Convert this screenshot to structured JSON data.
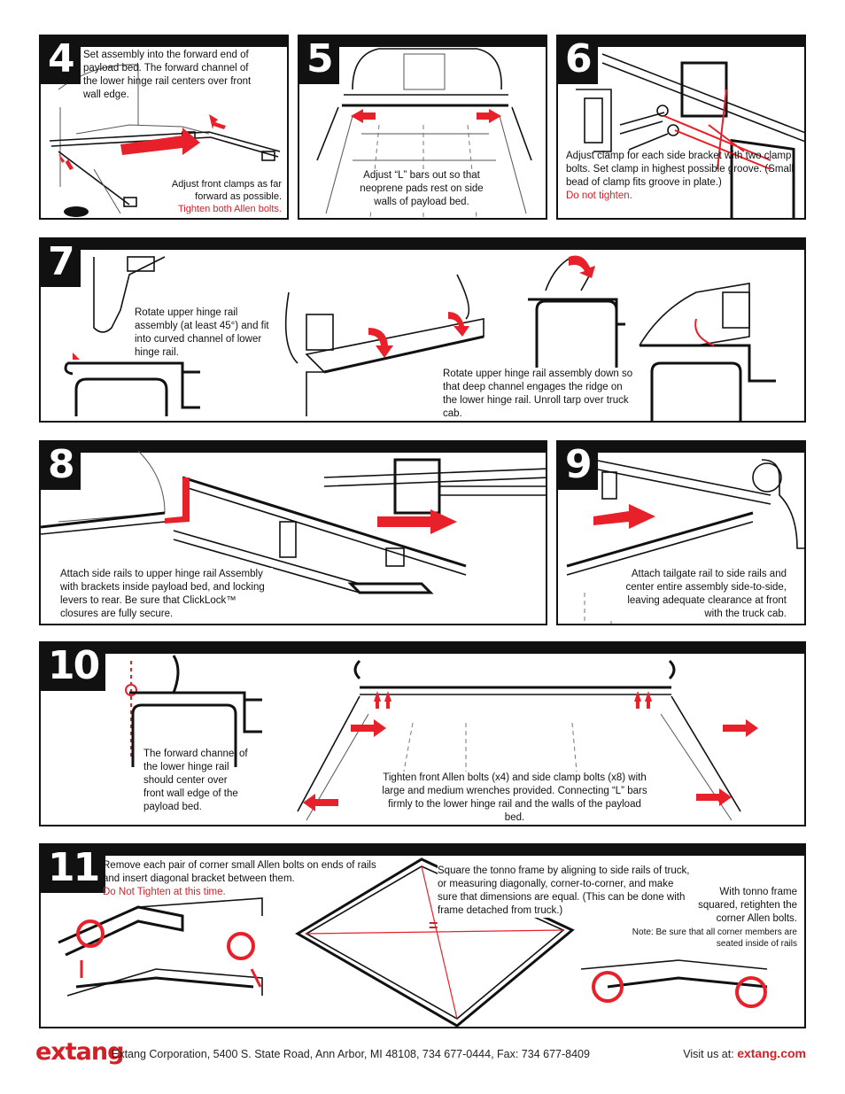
{
  "steps": {
    "s4": {
      "num": "4",
      "text": "Set assembly into the forward end of payload bed. The forward channel of the lower hinge rail centers over front wall edge.",
      "note1": "Adjust front clamps as far forward as possible.",
      "note2": "Tighten both Allen bolts."
    },
    "s5": {
      "num": "5",
      "text": "Adjust “L” bars out so that neoprene pads rest on side walls of payload bed."
    },
    "s6": {
      "num": "6",
      "text": "Adjust clamp for each side bracket with two clamp bolts. Set clamp in highest possible groove. (Small bead of clamp fits groove in plate.)",
      "note": "Do not tighten."
    },
    "s7": {
      "num": "7",
      "text1": "Rotate upper hinge rail assembly (at least 45°) and fit into curved channel of lower hinge rail.",
      "text2": "Rotate upper hinge rail assembly down so that deep channel engages the ridge on the lower hinge rail. Unroll tarp over truck cab."
    },
    "s8": {
      "num": "8",
      "text": "Attach side rails to upper hinge rail Assembly with brackets inside payload bed, and locking levers to rear. Be sure that ClickLock™ closures are fully secure."
    },
    "s9": {
      "num": "9",
      "text": "Attach tailgate rail to side rails and center entire assembly side-to-side, leaving adequate clearance at front with the truck cab."
    },
    "s10": {
      "num": "10",
      "text1": "The forward channel of the lower hinge rail should center over front wall edge of the payload bed.",
      "text2": "Tighten front Allen bolts (x4) and side clamp bolts (x8) with large and medium wrenches provided. Connecting “L” bars firmly to the lower hinge rail and the walls of the payload bed."
    },
    "s11": {
      "num": "11",
      "text1": "Remove each pair of corner small Allen bolts on ends of rails and insert diagonal bracket between them.",
      "note1": "Do Not Tighten at this time.",
      "text2": "Square the tonno frame by aligning to side rails of truck, or measuring diagonally, corner-to-corner, and make sure that dimensions are equal. (This can be done with frame detached from truck.)",
      "text3": "With tonno frame squared, retighten the corner Allen bolts.",
      "note3": "Note: Be sure that all corner members are seated inside of rails",
      "equal_mark": "="
    }
  },
  "footer": {
    "logo": "extang",
    "address": "Extang Corporation, 5400 S. State Road, Ann Arbor, MI 48108, 734 677-0444, Fax: 734 677-8409",
    "visit_label": "Visit us at:",
    "website": "extang.com"
  },
  "colors": {
    "accent": "#d41f26",
    "ink": "#111111"
  }
}
